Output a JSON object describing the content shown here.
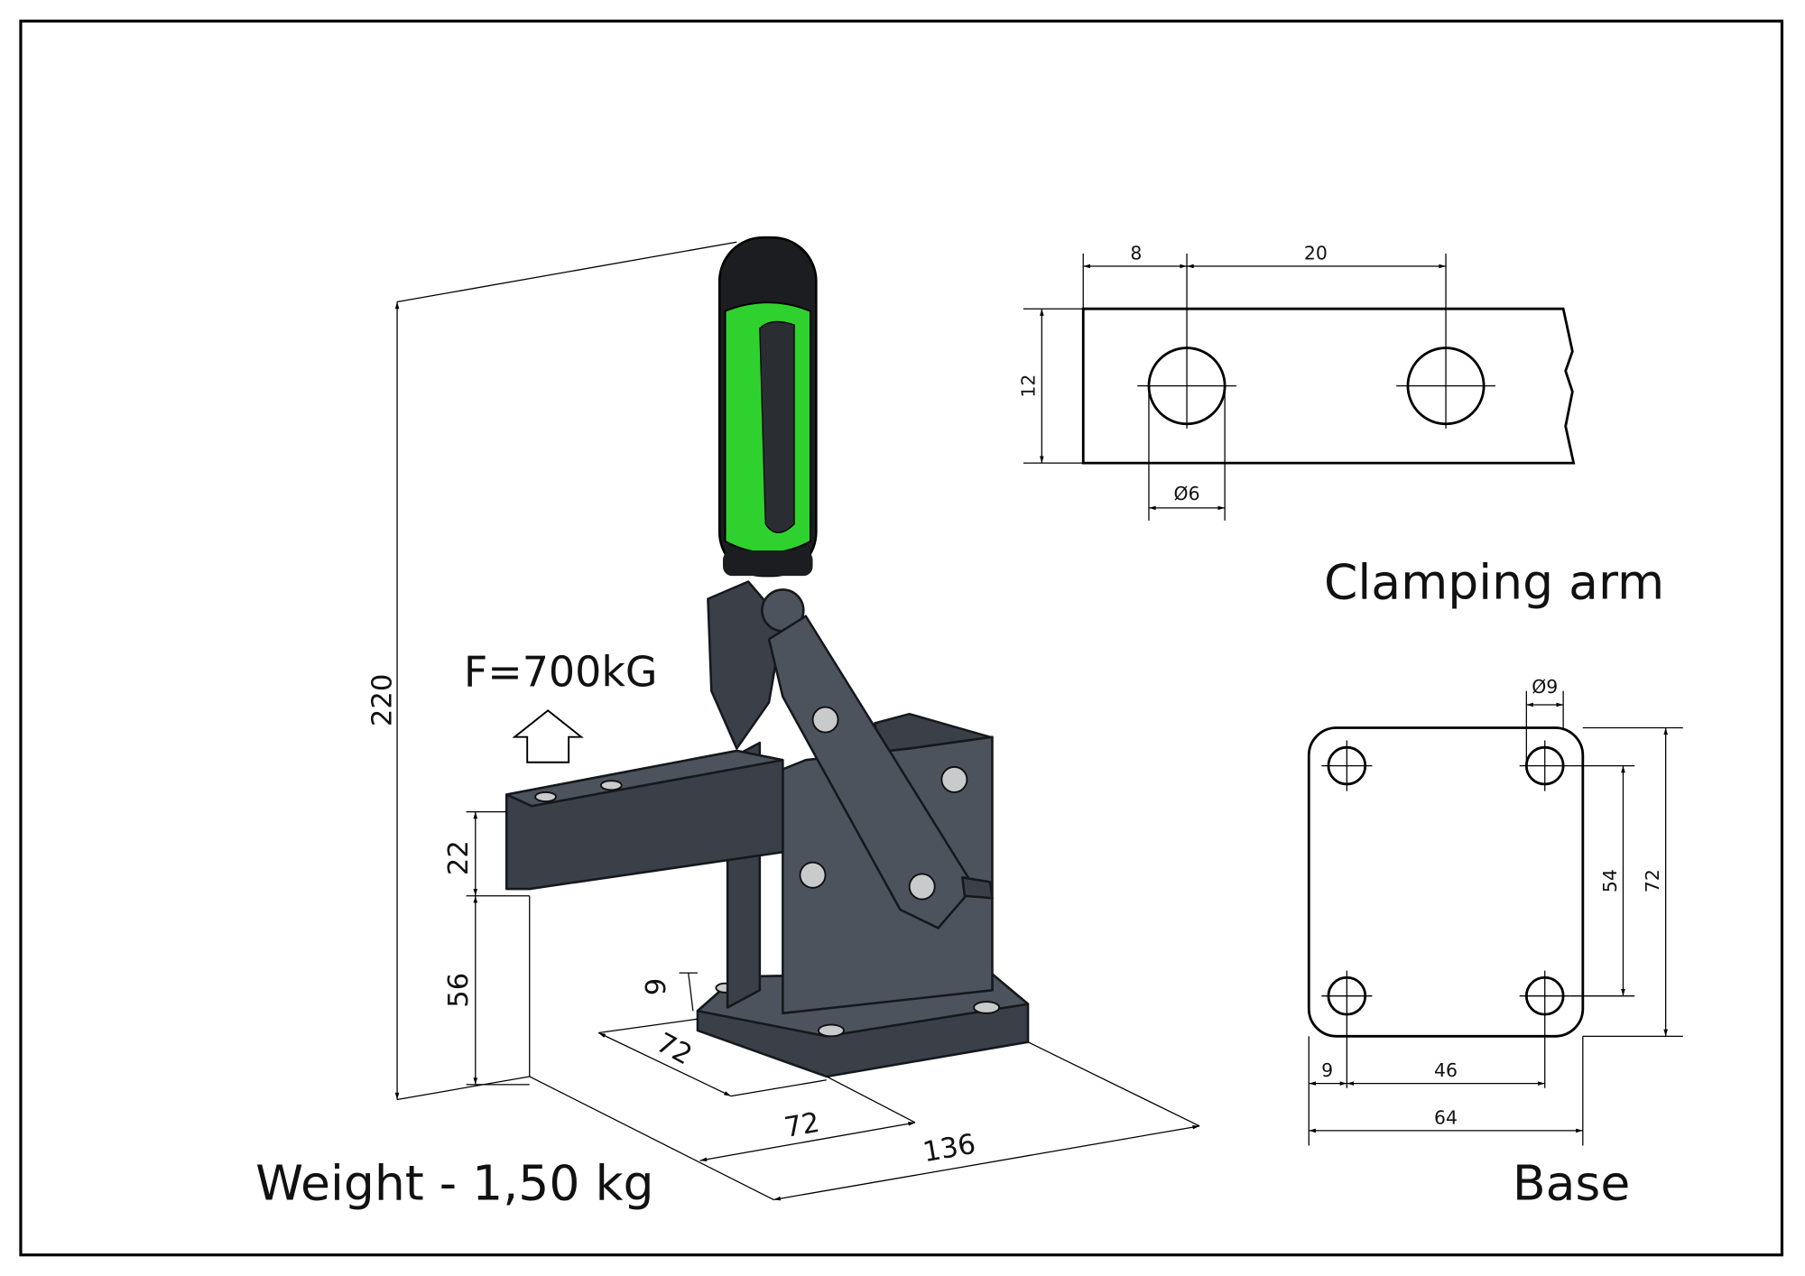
{
  "colors": {
    "body": "#3b4048",
    "grip": "#2fd12f",
    "grip_dark": "#1b1d20",
    "line": "#000000"
  },
  "main_view": {
    "force_label": "F=700kG",
    "weight_label": "Weight - 1,50 kg",
    "dimensions": {
      "height_total": "220",
      "arm_height": "22",
      "arm_base_height": "56",
      "base_thickness": "9",
      "base_depth": "72",
      "arm_length": "72",
      "total_length": "136"
    }
  },
  "clamping_arm": {
    "title": "Clamping arm",
    "dimensions": {
      "edge_to_hole": "8",
      "hole_spacing": "20",
      "height": "12",
      "hole_diameter": "Ø6"
    }
  },
  "base": {
    "title": "Base",
    "dimensions": {
      "hole_diameter": "Ø9",
      "hole_spacing_v": "54",
      "height": "72",
      "edge_to_hole": "9",
      "hole_spacing_h": "46",
      "width": "64"
    }
  }
}
